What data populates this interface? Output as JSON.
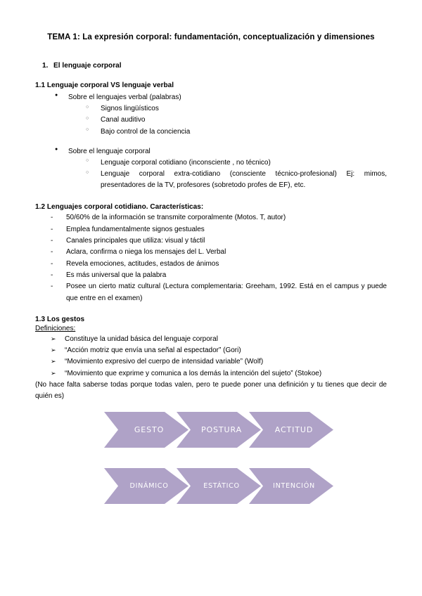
{
  "document": {
    "title": "TEMA 1: La expresión corporal: fundamentación, conceptualización y dimensiones",
    "section_number": "1.",
    "section_title": "El lenguaje corporal"
  },
  "sections": {
    "s11": {
      "heading": "1.1 Lenguaje corporal VS lenguaje verbal",
      "group1": {
        "label": "Sobre el lenguajes verbal (palabras)",
        "items": [
          "Signos lingüísticos",
          "Canal auditivo",
          "Bajo control de la conciencia"
        ]
      },
      "group2": {
        "label": "Sobre el lenguaje corporal",
        "items": [
          "Lenguaje corporal cotidiano (inconsciente , no técnico)",
          "Lenguaje corporal extra-cotidiano (consciente técnico-profesional) Ej: mimos, presentadores de la TV, profesores (sobretodo profes de EF), etc."
        ]
      }
    },
    "s12": {
      "heading": "1.2 Lenguajes corporal cotidiano. Características:",
      "items": [
        "50/60% de la información se transmite corporalmente (Motos. T, autor)",
        "Emplea fundamentalmente signos gestuales",
        "Canales principales que utiliza: visual y táctil",
        "Aclara, confirma o niega los mensajes del L. Verbal",
        "Revela emociones, actitudes, estados de ánimos",
        "Es más universal que la palabra",
        "Posee un cierto matiz cultural (Lectura complementaria: Greeham, 1992. Está en el campus y puede que entre en el examen)"
      ]
    },
    "s13": {
      "heading": "1.3 Los gestos",
      "subheading": "Definiciones:",
      "items": [
        "Constituye la unidad básica del lenguaje corporal",
        "“Acción motriz que envía una señal al espectador” (Gori)",
        "“Movimiento expresivo del cuerpo de intensidad variable” (Wolf)",
        "“Movimiento que exprime y comunica a los demás la intención del sujeto” (Stokoe)"
      ],
      "note": "(No hace falta saberse todas porque todas valen, pero te puede poner una definición y tu tienes que decir de quién es)"
    }
  },
  "diagram": {
    "accent_color": "#afa2c7",
    "label_color": "#ffffff",
    "row1": [
      "GESTO",
      "POSTURA",
      "ACTITUD"
    ],
    "row2": [
      "DINÁMICO",
      "ESTÁTICO",
      "INTENCIÓN"
    ]
  }
}
